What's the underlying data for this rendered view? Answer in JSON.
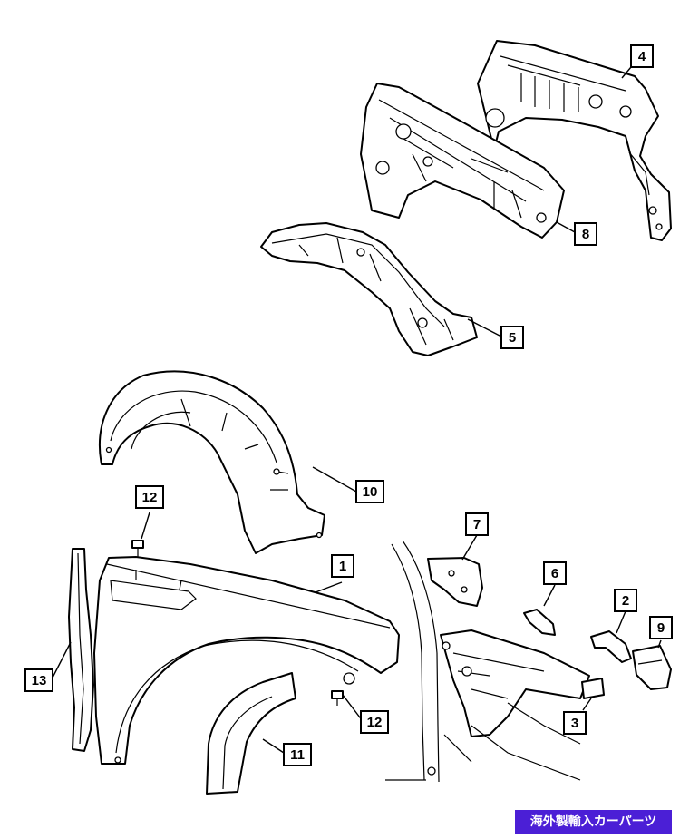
{
  "callouts": {
    "c1": "1",
    "c2": "2",
    "c3": "3",
    "c4": "4",
    "c5": "5",
    "c6": "6",
    "c7": "7",
    "c8": "8",
    "c9": "9",
    "c10": "10",
    "c11": "11",
    "c12a": "12",
    "c12b": "12",
    "c13": "13"
  },
  "watermark": {
    "text": "海外製輸入カーパーツ",
    "color": "#4b1fd6"
  }
}
